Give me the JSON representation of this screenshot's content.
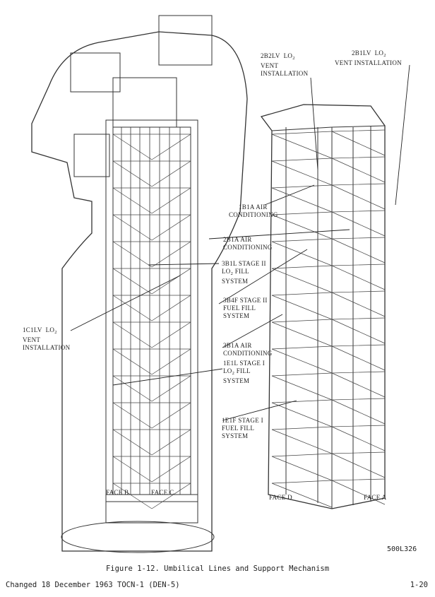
{
  "figure": {
    "caption": "Figure 1-12.  Umbilical Lines and Support Mechanism",
    "drawing_number": "500L326"
  },
  "footer": {
    "change_note": "Changed 18 December 1963  TOCN-1 (DEN-5)",
    "page_number": "1-20"
  },
  "callouts": {
    "lv_2b2": {
      "line1": "2B2LV  LO",
      "sub": "2",
      "line2": "VENT",
      "line3": "INSTALLATION"
    },
    "lv_2b1": {
      "line1": "2B1LV  LO",
      "sub": "2",
      "line2": "VENT INSTALLATION"
    },
    "ac_1b1a": {
      "line1": "1B1A AIR",
      "line2": "CONDITIONING"
    },
    "ac_2b1a": {
      "line1": "2B1A AIR",
      "line2": "CONDITIONING"
    },
    "fill_3b1l": {
      "line1": "3B1L STAGE II",
      "line2a": "LO",
      "sub": "2",
      "line2b": " FILL",
      "line3": "SYSTEM"
    },
    "fuel_3b4f": {
      "line1": "3B4F STAGE II",
      "line2": "FUEL FILL",
      "line3": "SYSTEM"
    },
    "lv_1c1": {
      "line1": "1C1LV  LO",
      "sub": "2",
      "line2": "VENT",
      "line3": "INSTALLATION"
    },
    "ac_3b1a": {
      "line1": "3B1A AIR",
      "line2": "CONDITIONING"
    },
    "fill_1e1l": {
      "line1": "1E1L STAGE I",
      "line2a": "LO",
      "sub": "2",
      "line2b": " FILL",
      "line3": "SYSTEM"
    },
    "fuel_1e1f": {
      "line1": "1E1F STAGE I",
      "line2": "FUEL FILL",
      "line3": "SYSTEM"
    }
  },
  "faces": {
    "left_b": "FACE B",
    "left_c": "FACE C",
    "right_d": "FACE D",
    "right_a": "FACE A"
  }
}
